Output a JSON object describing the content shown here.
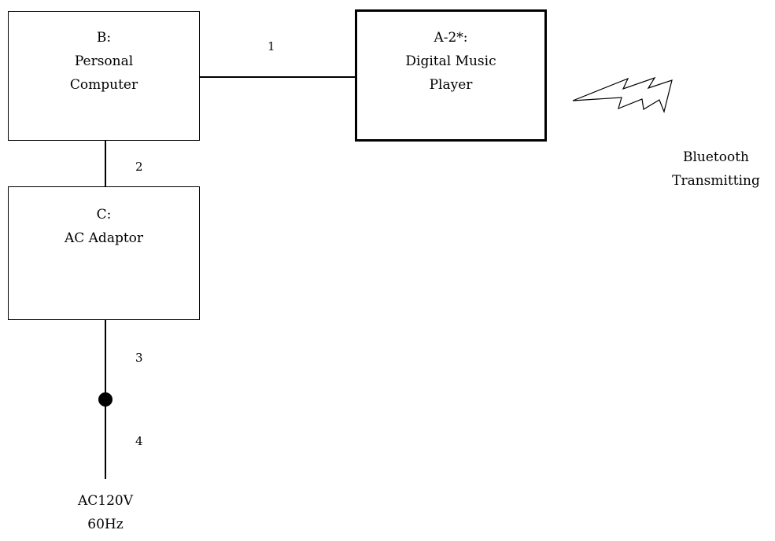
{
  "device_b": {
    "lines": [
      "B:",
      "Personal",
      "Computer"
    ]
  },
  "device_a2": {
    "lines": [
      "A-2*:",
      "Digital Music",
      "Player"
    ]
  },
  "device_c": {
    "lines": [
      "C:",
      "AC Adaptor"
    ]
  },
  "cables": {
    "c1": "1",
    "c2": "2",
    "c3": "3",
    "c4": "4"
  },
  "bluetooth": {
    "lines": [
      "Bluetooth",
      "Transmitting"
    ]
  },
  "mains": {
    "lines": [
      "AC120V",
      "60Hz"
    ]
  },
  "icons": {
    "wireless": "lightning-bolt",
    "junction": "filled-dot"
  }
}
